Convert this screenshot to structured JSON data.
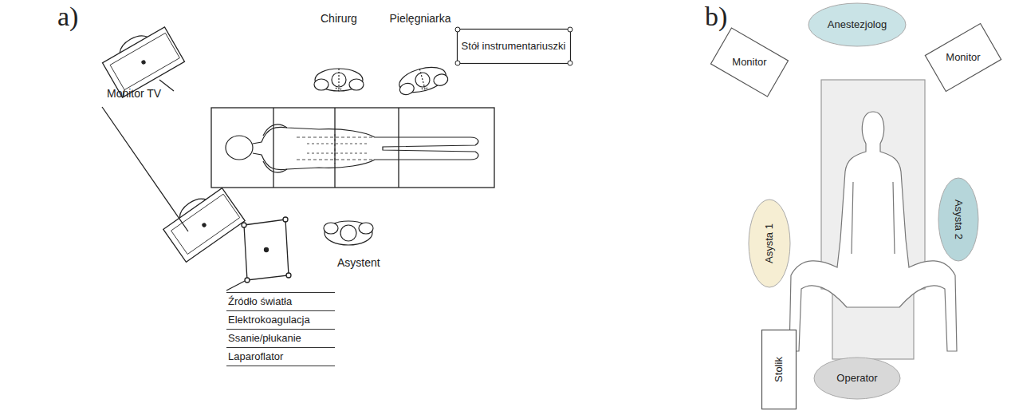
{
  "diagram": {
    "nodes": [
      {
        "text": [
          "Stół instrumentariuszki"
        ]
      },
      {
        "text": [
          "Źródło światła",
          "Elektrokoagulacja",
          "Ssanie/płukanie",
          "Laparoflator"
        ]
      },
      {
        "text": [
          "Anestezjolog"
        ]
      },
      {
        "text": [
          "Monitor"
        ]
      },
      {
        "text": [
          "Monitor"
        ]
      },
      {
        "text": [
          "Asysta 1"
        ]
      },
      {
        "text": [
          "Asysta 2"
        ]
      },
      {
        "text": [
          "Stolik"
        ]
      },
      {
        "text": [
          "Operator"
        ]
      }
    ],
    "labels": [
      "a)",
      "Monitor TV",
      "Chirurg",
      "Pielęgniarka",
      "Asystent",
      "b)"
    ]
  }
}
